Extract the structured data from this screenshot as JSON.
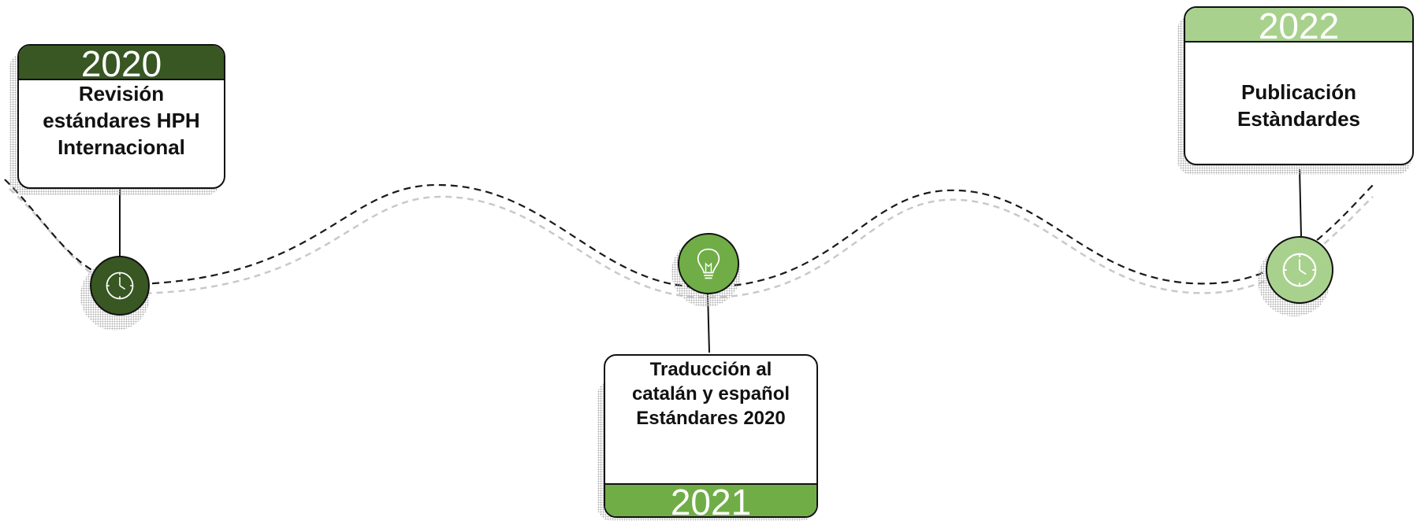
{
  "milestones": [
    {
      "year": "2020",
      "label": "Revisión estándares HPH Internacional",
      "color": "#385723",
      "icon": "clock-icon"
    },
    {
      "year": "2021",
      "label": "Traducción al catalán y español Estándares 2020",
      "color": "#70ad47",
      "icon": "lightbulb-icon"
    },
    {
      "year": "2022",
      "label": "Publicación Estàndardes",
      "color": "#a9d18e",
      "icon": "clock-icon"
    }
  ]
}
